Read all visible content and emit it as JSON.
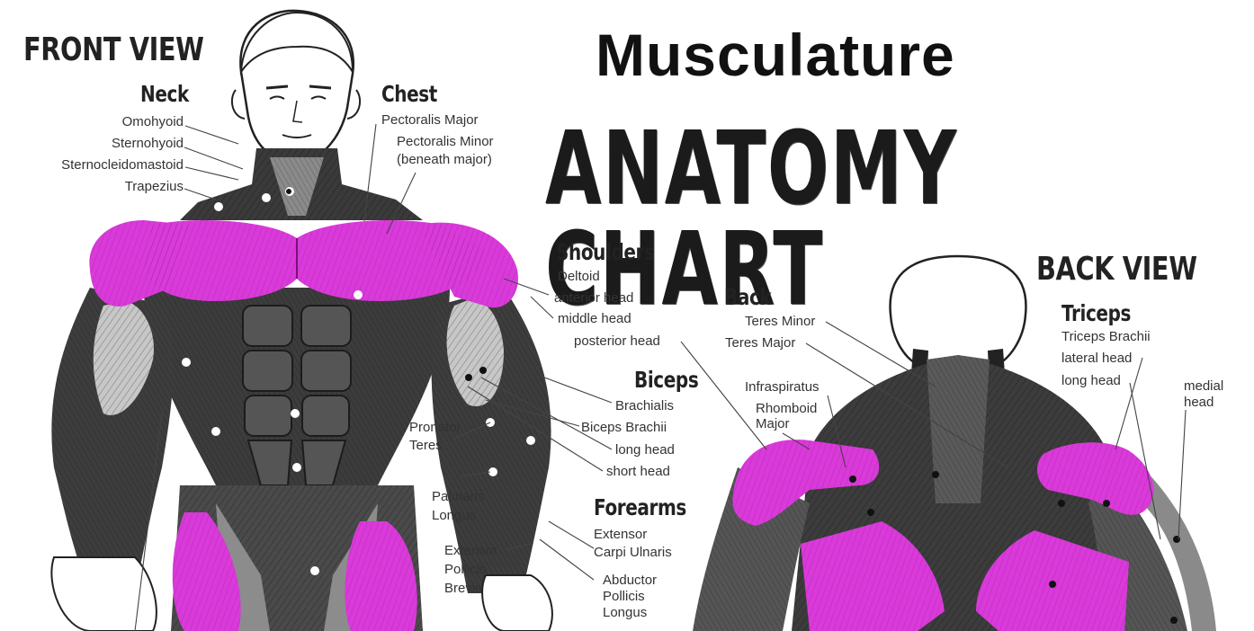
{
  "title": {
    "line1": "Musculature",
    "line2": "ANATOMY CHART"
  },
  "front_view": {
    "heading": "FRONT VIEW",
    "neck": {
      "heading": "Neck",
      "items": [
        "Omohyoid",
        "Sternohyoid",
        "Sternocleidomastoid",
        "Trapezius"
      ]
    },
    "chest": {
      "heading": "Chest",
      "items": [
        "Pectoralis Major",
        "Pectoralis Minor",
        "(beneath major)"
      ]
    },
    "shoulders": {
      "heading": "Shoulders",
      "items": [
        "Deltoid",
        "anterior head",
        "middle head",
        "posterior head"
      ]
    },
    "biceps": {
      "heading": "Biceps",
      "items": [
        "Brachialis",
        "Biceps Brachii",
        "long head",
        "short head"
      ]
    },
    "forearms": {
      "heading": "Forearms",
      "items": [
        "Extensor",
        "Carpi Ulnaris",
        "Abductor",
        "Pollicis",
        "Longus"
      ]
    },
    "other": {
      "pronator_1": "Pronator",
      "pronator_2": "Teres",
      "palmaris_1": "Palmaris",
      "palmaris_2": "Longus",
      "epb_1": "Extensor",
      "epb_2": "Pollicis",
      "epb_3": "Brevis"
    }
  },
  "back_view": {
    "heading": "BACK VIEW",
    "back": {
      "heading": "Back",
      "items": [
        "Teres Minor",
        "Teres Major",
        "Infraspiratus",
        "Rhomboid",
        "Major"
      ]
    },
    "triceps": {
      "heading": "Triceps",
      "items": [
        "Triceps Brachii",
        "lateral head",
        "long head",
        "medial",
        "head"
      ]
    }
  },
  "colors": {
    "highlight": "#d93ad9",
    "muscle_dark": "#3a3a3a",
    "muscle_mid": "#6e6e6e",
    "muscle_light": "#b4b4b4",
    "text": "#333333"
  }
}
